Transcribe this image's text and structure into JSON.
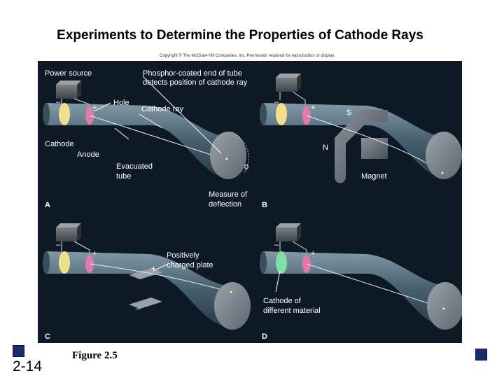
{
  "title": "Experiments to Determine the Properties of Cathode Rays",
  "copyright": "Copyright © The McGraw-Hill Companies, Inc. Permission required for reproduction or display.",
  "slide_number": "2-14",
  "caption": "Figure 2.5",
  "colors": {
    "background": "#0d1a26",
    "tube": "#5d7a8c",
    "anode": "#e07aa8",
    "cathode": "#f0e08a",
    "accent": "#1a2a6c"
  },
  "panels": {
    "a": {
      "letter": "A",
      "labels": {
        "power_source": "Power source",
        "phosphor_line1": "Phosphor-coated end of tube",
        "phosphor_line2": "detects position of cathode ray",
        "hole": "Hole",
        "cathode_ray": "Cathode ray",
        "cathode": "Cathode",
        "anode": "Anode",
        "evacuated_line1": "Evacuated",
        "evacuated_line2": "tube",
        "zero": "0",
        "measure_line1": "Measure of",
        "measure_line2": "deflection",
        "minus": "–",
        "plus": "+"
      }
    },
    "b": {
      "letter": "B",
      "labels": {
        "s": "S",
        "n": "N",
        "magnet": "Magnet",
        "minus": "–",
        "plus": "+"
      }
    },
    "c": {
      "letter": "C",
      "labels": {
        "positively_line1": "Positively",
        "positively_line2": "charged plate",
        "plate_plus": "+",
        "plate_minus": "–",
        "minus": "–",
        "plus": "+"
      }
    },
    "d": {
      "letter": "D",
      "labels": {
        "cathode_line1": "Cathode of",
        "cathode_line2": "different material",
        "minus": "–",
        "plus": "+"
      }
    }
  }
}
